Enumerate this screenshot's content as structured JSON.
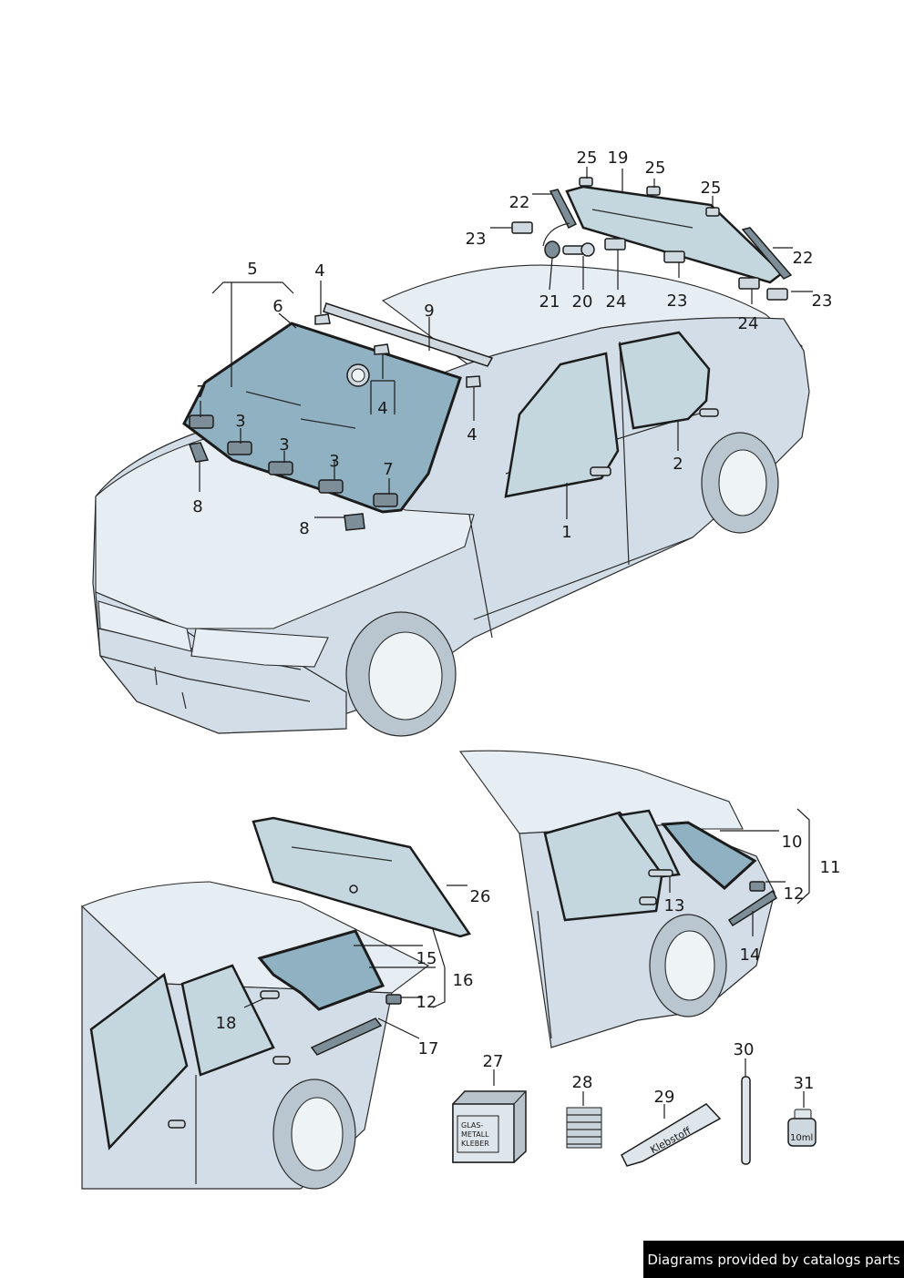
{
  "callouts": {
    "c1": "1",
    "c2": "2",
    "c3a": "3",
    "c3b": "3",
    "c3c": "3",
    "c4a": "4",
    "c4b": "4",
    "c4c": "4",
    "c5": "5",
    "c6": "6",
    "c7a": "7",
    "c7b": "7",
    "c8a": "8",
    "c8b": "8",
    "c9": "9",
    "c10": "10",
    "c11": "11",
    "c12a": "12",
    "c12b": "12",
    "c13": "13",
    "c14": "14",
    "c15": "15",
    "c16": "16",
    "c17": "17",
    "c18": "18",
    "c19": "19",
    "c20": "20",
    "c21": "21",
    "c22a": "22",
    "c22b": "22",
    "c23a": "23",
    "c23b": "23",
    "c23c": "23",
    "c24a": "24",
    "c24b": "24",
    "c25a": "25",
    "c25b": "25",
    "c25c": "25",
    "c26": "26",
    "c27": "27",
    "c28": "28",
    "c29": "29",
    "c30": "30",
    "c31": "31"
  },
  "box_text": {
    "line1": "GLAS-",
    "line2": "METALL",
    "line3": "KLEBER"
  },
  "tube_text": "Klebstoff",
  "jar_text": "10ml",
  "footer_text": "Diagrams provided by catalogs parts",
  "colors": {
    "glass": "#8fb1c1",
    "body": "#d2dde7",
    "footer_bg": "#000000"
  }
}
